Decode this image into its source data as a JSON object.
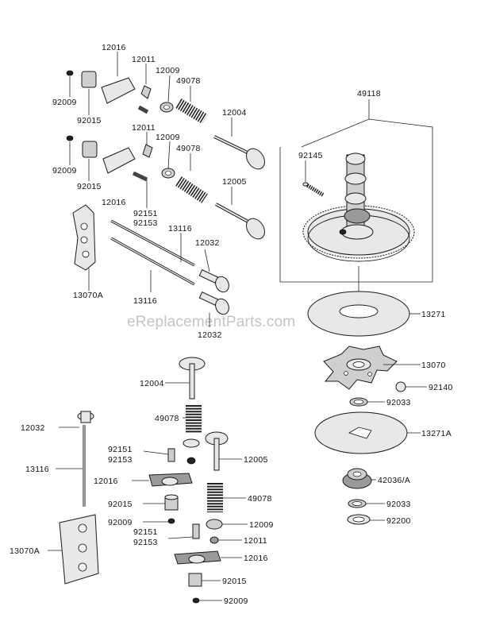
{
  "watermark": "eReplacementParts.com",
  "diagram_title": "",
  "part_numbers": {
    "p12016_a": "12016",
    "p12011_a": "12011",
    "p12009_a": "12009",
    "p92009_a": "92009",
    "p92015_a": "92015",
    "p49078_a": "49078",
    "p12004_a": "12004",
    "p12011_b": "12011",
    "p12009_b": "12009",
    "p49078_b": "49078",
    "p92009_b": "92009",
    "p92015_b": "92015",
    "p12016_b": "12016",
    "p12005_a": "12005",
    "p92151_a": "92151",
    "p92153_a": "92153",
    "p13116_a": "13116",
    "p12032_a": "12032",
    "p13070A_a": "13070A",
    "p13116_b": "13116",
    "p12032_b": "12032",
    "p49118": "49118",
    "p92145": "92145",
    "p13271": "13271",
    "p13070": "13070",
    "p92140": "92140",
    "p92033_a": "92033",
    "p13271A": "13271A",
    "p42036A": "42036/A",
    "p92033_b": "92033",
    "p92200": "92200",
    "p12004_b": "12004",
    "p49078_c": "49078",
    "p12032_c": "12032",
    "p92151_b": "92151",
    "p92153_b": "92153",
    "p12005_b": "12005",
    "p13116_c": "13116",
    "p12016_c": "12016",
    "p92015_c": "92015",
    "p49078_d": "49078",
    "p92009_c": "92009",
    "p12009_c": "12009",
    "p92151_c": "92151",
    "p92153_c": "92153",
    "p12011_c": "12011",
    "p13070A_b": "13070A",
    "p12016_d": "12016",
    "p92015_d": "92015",
    "p92009_d": "92009"
  }
}
